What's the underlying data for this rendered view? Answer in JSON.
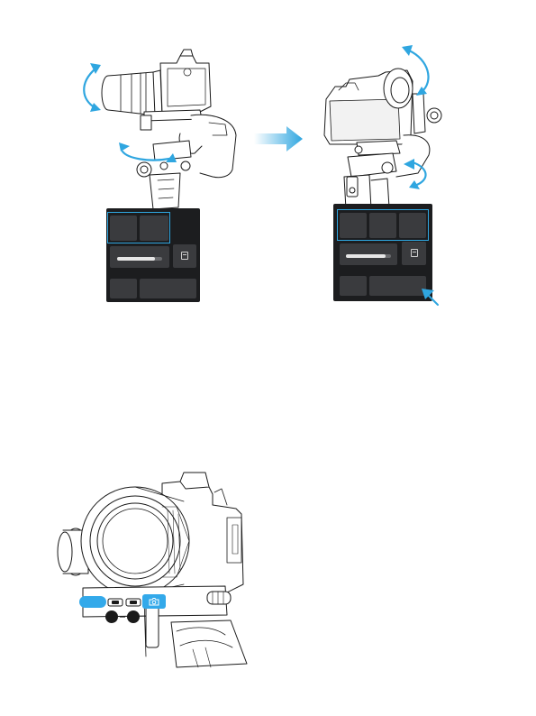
{
  "page": {
    "page_number": ""
  },
  "figures": [
    {
      "name": "gimbal-landscape-mode",
      "panel_tiles": 2
    },
    {
      "name": "gimbal-portrait-mode",
      "panel_tiles": 3
    },
    {
      "name": "gimbal-front-buttons"
    }
  ],
  "colors": {
    "arrow_blue": "#2fa6e0",
    "panel_dark": "#1c1d1f",
    "tile_gray": "#3a3b3e",
    "button_blue": "#33a9ea"
  },
  "icons": [
    "rotate-arrow-icon",
    "transition-arrow-icon",
    "calendar-icon",
    "camera-icon",
    "pointer-arrow-icon"
  ]
}
